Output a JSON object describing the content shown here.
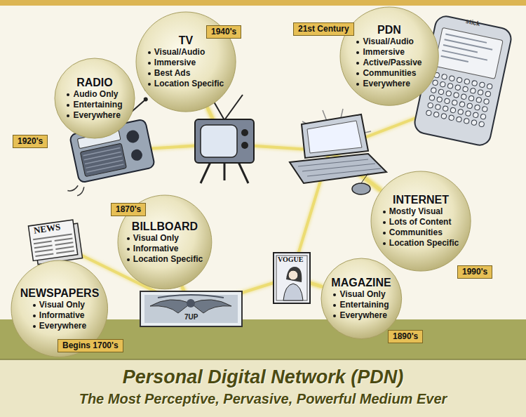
{
  "diagram": {
    "title": "Personal Digital Network (PDN)",
    "caption": "The Most Perceptive, Pervasive, Powerful Medium Ever",
    "nodes": [
      {
        "text": [
          "RADIO",
          "Audio Only",
          "Entertaining",
          "Everywhere",
          "1920's"
        ]
      },
      {
        "text": [
          "TV",
          "Visual/Audio",
          "Immersive",
          "Best Ads",
          "Location Specific",
          "1940's"
        ]
      },
      {
        "text": [
          "PDN",
          "Visual/Audio",
          "Immersive",
          "Active/Passive",
          "Communities",
          "Everywhere",
          "21st Century"
        ]
      },
      {
        "text": [
          "INTERNET",
          "Mostly Visual",
          "Lots of Content",
          "Communities",
          "Location Specific",
          "1990's"
        ]
      },
      {
        "text": [
          "BILLBOARD",
          "Visual Only",
          "Informative",
          "Location Specific",
          "1870's"
        ]
      },
      {
        "text": [
          "NEWSPAPERS",
          "Visual Only",
          "Informative",
          "Everywhere",
          "Begins 1700's"
        ]
      },
      {
        "text": [
          "MAGAZINE",
          "Visual Only",
          "Entertaining",
          "Everywhere",
          "1890's"
        ]
      }
    ],
    "edges": [
      {
        "from": 0,
        "to": 1,
        "arrow": "none"
      },
      {
        "from": 1,
        "to": 3,
        "arrow": "none"
      },
      {
        "from": 3,
        "to": 2,
        "arrow": "none"
      },
      {
        "from": 3,
        "to": 6,
        "arrow": "none"
      },
      {
        "from": 6,
        "to": 4,
        "arrow": "none"
      },
      {
        "from": 4,
        "to": 5,
        "arrow": "none"
      }
    ],
    "labels": [
      "stick",
      "NEWS",
      "7UP",
      "VOGUE"
    ]
  }
}
